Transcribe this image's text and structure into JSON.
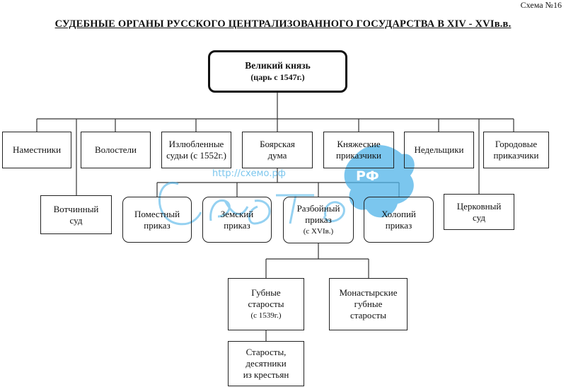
{
  "header": {
    "scheme_number": "Схема №16",
    "title": "СУДЕБНЫЕ ОРГАНЫ РУССКОГО ЦЕНТРАЛИЗОВАННОГО ГОСУДАРСТВА В XIV - XVIв.в."
  },
  "root": {
    "line1": "Великий князь",
    "line2": "(царь с 1547г.)"
  },
  "row1": [
    {
      "line1": "Наместники"
    },
    {
      "line1": "Волостели"
    },
    {
      "line1": "Излюбленные",
      "line2": "судьи (с 1552г.)"
    },
    {
      "line1": "Боярская",
      "line2": "дума"
    },
    {
      "line1": "Княжеские",
      "line2": "приказчики"
    },
    {
      "line1": "Недельщики"
    },
    {
      "line1": "Городовые",
      "line2": "приказчики"
    }
  ],
  "votchinny": {
    "line1": "Вотчинный",
    "line2": "суд"
  },
  "tserkovny": {
    "line1": "Церковный",
    "line2": "суд"
  },
  "prikazy": [
    {
      "line1": "Поместный",
      "line2": "приказ"
    },
    {
      "line1": "Земский",
      "line2": "приказ"
    },
    {
      "line1": "Разбойный",
      "line2": "приказ",
      "line3": "(с XVIв.)"
    },
    {
      "line1": "Холопий",
      "line2": "приказ"
    }
  ],
  "gubnye": {
    "line1": "Губные",
    "line2": "старосты",
    "line3": "(с 1539г.)"
  },
  "monastyrskie": {
    "line1": "Монастырские",
    "line2": "губные",
    "line3": "старосты"
  },
  "starosty": {
    "line1": "Старосты,",
    "line2": "десятники",
    "line3": "из крестьян"
  },
  "watermark": {
    "url": "http://схемо.рф",
    "word": "схемо",
    "rf": "РФ",
    "color": "#4fb3e8"
  }
}
